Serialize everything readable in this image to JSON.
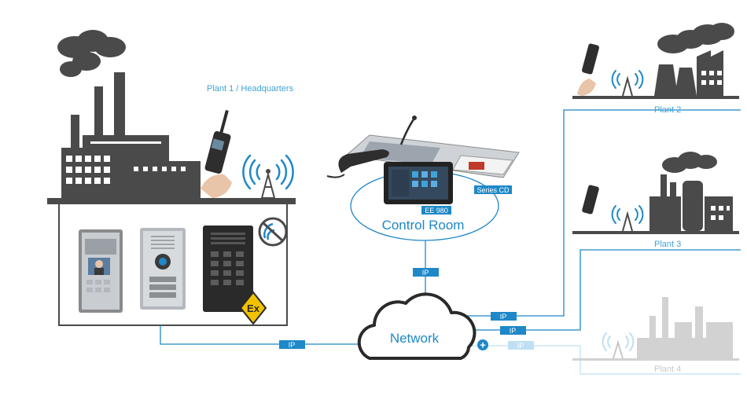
{
  "labels": {
    "hq": "Plant 1 / Headquarters",
    "plant2": "Plant 2",
    "plant3": "Plant 3",
    "plant4": "Plant 4",
    "control_room": "Control Room",
    "network": "Network",
    "ee980": "EE 980",
    "series_cd": "Series CD",
    "ip": "IP",
    "ex_mark": "Ex",
    "plus": "+"
  },
  "colors": {
    "accent": "#1e88c8",
    "accent_light": "#bfe0f3",
    "building_dark": "#4a4a4a",
    "building_grey": "#d2d2d2",
    "label_blue": "#3ea3d8",
    "ex_yellow": "#f2c200"
  }
}
